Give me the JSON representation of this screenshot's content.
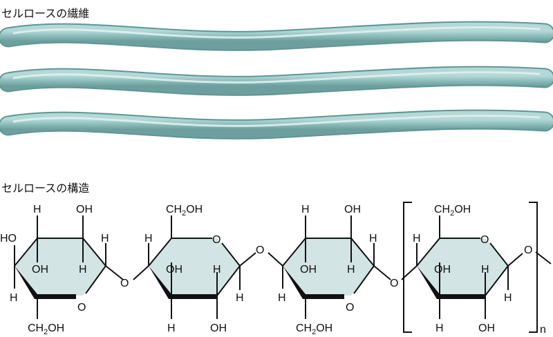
{
  "titles": {
    "fiber": "セルロースの繊維",
    "structure": "セルロースの構造"
  },
  "colors": {
    "fiber_fill": "#8fbfbd",
    "fiber_edge": "#5e9694",
    "fiber_highlight": "#dff0ef",
    "ring_fill": "#d2e4e3",
    "bond": "#111111"
  },
  "labels": {
    "h": "H",
    "oh": "OH",
    "ho": "HO",
    "o": "O",
    "ch2oh_a": "CH",
    "ch2oh_b": "2",
    "ch2oh_c": "OH",
    "n": "n"
  }
}
